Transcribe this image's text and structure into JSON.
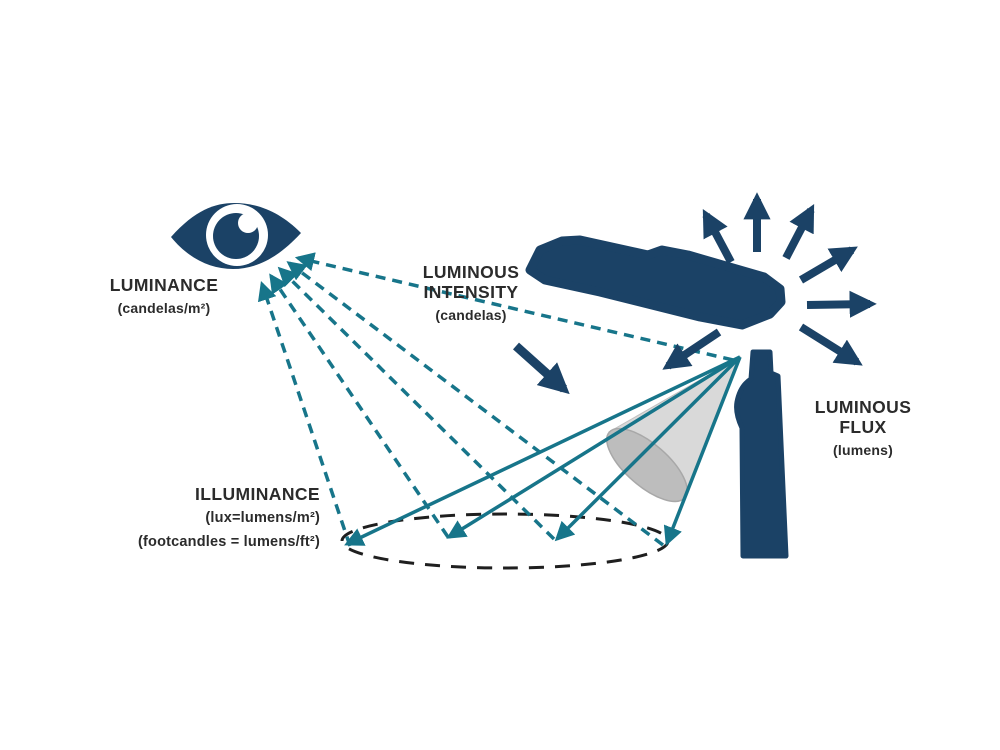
{
  "diagram": {
    "labels": {
      "luminance": {
        "title": "LUMINANCE",
        "unit": "(candelas/m²)"
      },
      "luminous_intensity": {
        "line1": "LUMINOUS",
        "line2": "INTENSITY",
        "unit": "(candelas)"
      },
      "luminous_flux": {
        "line1": "LUMINOUS",
        "line2": "FLUX",
        "unit": "(lumens)"
      },
      "illuminance": {
        "title": "ILLUMINANCE",
        "unit_line1": "(lux=lumens/m²)",
        "unit_line2": "(footcandles = lumens/ft²)"
      }
    },
    "colors": {
      "navy": "#1b4266",
      "teal": "#17758a",
      "text": "#2b2b2b",
      "cone_body": "#d9d9d9",
      "cone_face": "#bdbdbd",
      "ground_dash": "#1f1f1f",
      "background": "#ffffff"
    },
    "icons": {
      "eye": "eye-icon",
      "street_light": "street-light-icon",
      "light_cone": "light-cone-shape",
      "ground": "ground-ellipse"
    }
  }
}
